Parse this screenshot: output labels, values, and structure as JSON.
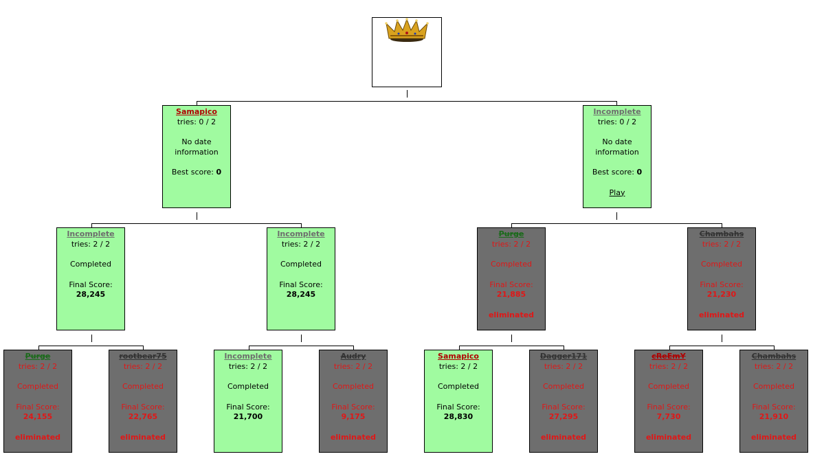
{
  "root": {
    "icon": "crown-icon"
  },
  "round1": [
    {
      "name": "Samapico",
      "tries": "tries: 0 / 2",
      "date": [
        "No date",
        "information"
      ],
      "best_label": "Best score: ",
      "best_value": "0"
    },
    {
      "name": "Incomplete",
      "tries": "tries: 0 / 2",
      "date": [
        "No date",
        "information"
      ],
      "best_label": "Best score: ",
      "best_value": "0",
      "action": "Play"
    }
  ],
  "round2": [
    {
      "name": "Incomplete",
      "tries": "tries: 2 / 2",
      "status": "Completed",
      "score_label": "Final Score:",
      "score": "28,245"
    },
    {
      "name": "Incomplete",
      "tries": "tries: 2 / 2",
      "status": "Completed",
      "score_label": "Final Score:",
      "score": "28,245"
    },
    {
      "name": "Purge",
      "tries": "tries: 2 / 2",
      "status": "Completed",
      "score_label": "Final Score:",
      "score": "21,885",
      "result": "eliminated"
    },
    {
      "name": "Chambahs",
      "tries": "tries: 2 / 2",
      "status": "Completed",
      "score_label": "Final Score:",
      "score": "21,230",
      "result": "eliminated"
    }
  ],
  "round3": [
    {
      "name": "Purge",
      "tries": "tries: 2 / 2",
      "status": "Completed",
      "score_label": "Final Score:",
      "score": "24,155",
      "result": "eliminated"
    },
    {
      "name": "rootbear75",
      "tries": "tries: 2 / 2",
      "status": "Completed",
      "score_label": "Final Score:",
      "score": "22,765",
      "result": "eliminated"
    },
    {
      "name": "Incomplete",
      "tries": "tries: 2 / 2",
      "status": "Completed",
      "score_label": "Final Score:",
      "score": "21,700"
    },
    {
      "name": "Audry",
      "tries": "tries: 2 / 2",
      "status": "Completed",
      "score_label": "Final Score:",
      "score": "9,175",
      "result": "eliminated"
    },
    {
      "name": "Samapico",
      "tries": "tries: 2 / 2",
      "status": "Completed",
      "score_label": "Final Score:",
      "score": "28,830"
    },
    {
      "name": "Dagger171",
      "tries": "tries: 2 / 2",
      "status": "Completed",
      "score_label": "Final Score:",
      "score": "27,295",
      "result": "eliminated"
    },
    {
      "name": "cReEmY",
      "tries": "tries: 2 / 2",
      "status": "Completed",
      "score_label": "Final Score:",
      "score": "7,730",
      "result": "eliminated"
    },
    {
      "name": "Chambahs",
      "tries": "tries: 2 / 2",
      "status": "Completed",
      "score_label": "Final Score:",
      "score": "21,910",
      "result": "eliminated"
    }
  ]
}
